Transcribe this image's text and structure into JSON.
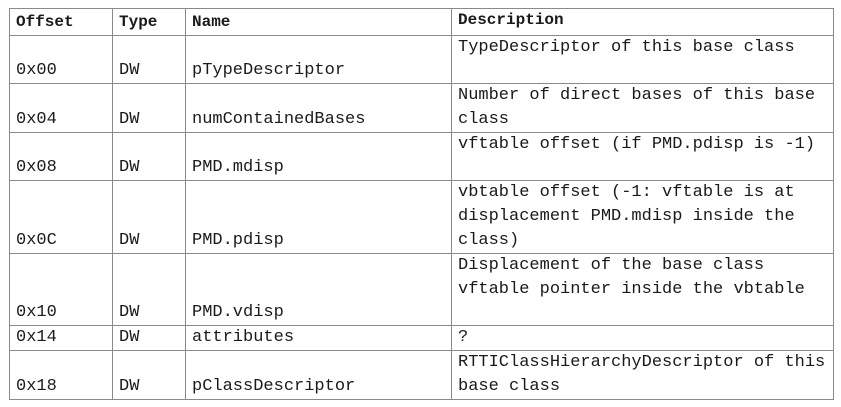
{
  "table": {
    "headers": {
      "offset": "Offset",
      "type": "Type",
      "name": "Name",
      "description": "Description"
    },
    "rows": [
      {
        "offset": "0x00",
        "type": "DW",
        "name": "pTypeDescriptor",
        "description": "TypeDescriptor of this base class"
      },
      {
        "offset": "0x04",
        "type": "DW",
        "name": "numContainedBases",
        "description": "Number of direct bases of this base class"
      },
      {
        "offset": "0x08",
        "type": "DW",
        "name": "PMD.mdisp",
        "description": "vftable offset (if PMD.pdisp is -1)"
      },
      {
        "offset": "0x0C",
        "type": "DW",
        "name": "PMD.pdisp",
        "description": "vbtable offset (-1: vftable is at displacement PMD.mdisp inside the class)"
      },
      {
        "offset": "0x10",
        "type": "DW",
        "name": "PMD.vdisp",
        "description": "Displacement of the base class vftable pointer inside the vbtable"
      },
      {
        "offset": "0x14",
        "type": "DW",
        "name": "attributes",
        "description": "?"
      },
      {
        "offset": "0x18",
        "type": "DW",
        "name": "pClassDescriptor",
        "description": "RTTIClassHierarchyDescriptor of this base class"
      }
    ]
  }
}
